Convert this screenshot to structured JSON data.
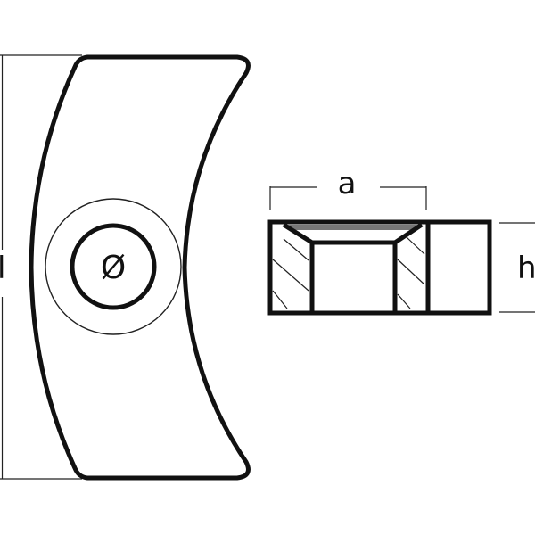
{
  "diagram": {
    "type": "technical-drawing",
    "subject": "curved anode with countersunk mounting hole",
    "colors": {
      "stroke": "#111111",
      "background": "#ffffff",
      "countersink_shade": "#777777"
    },
    "front_view": {
      "dimension_label_length": "l",
      "hole_label": "Ø"
    },
    "side_view": {
      "dimension_label_width": "a",
      "dimension_label_height": "h"
    }
  }
}
